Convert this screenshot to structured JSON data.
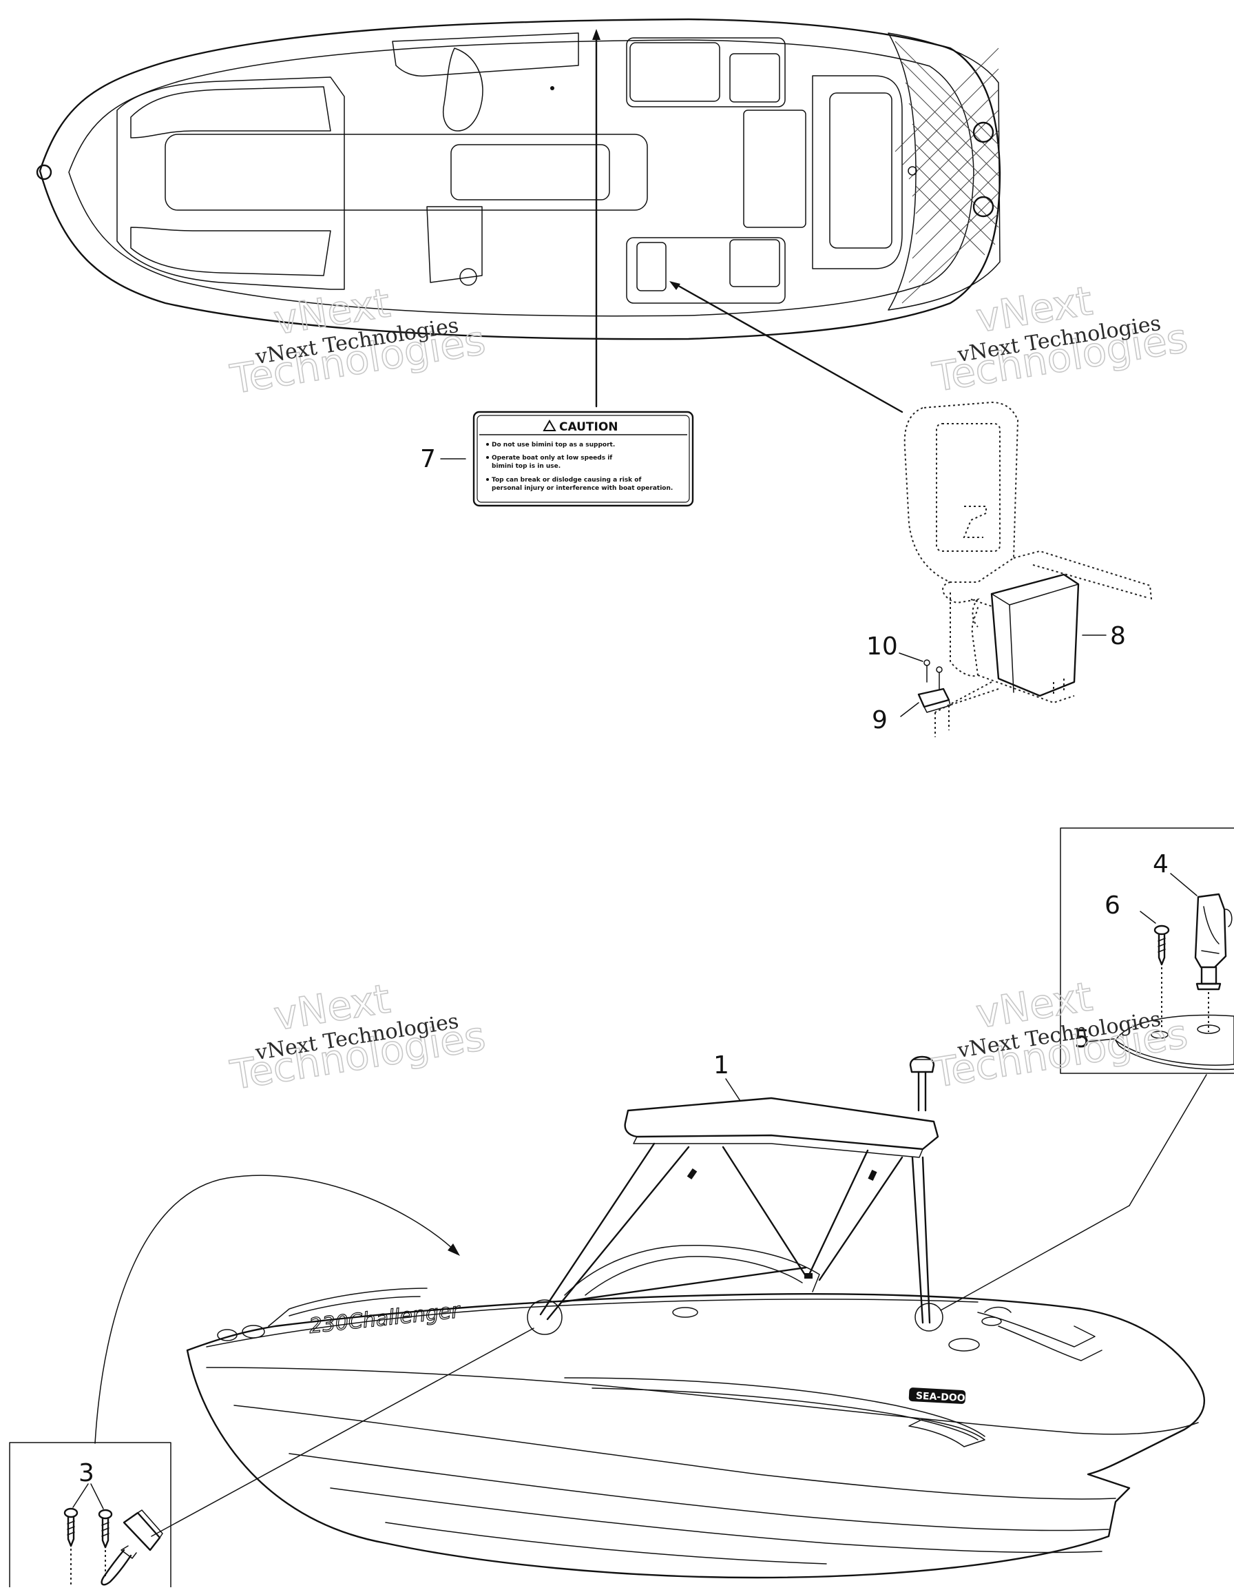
{
  "callouts": {
    "c1": "1",
    "c3": "3",
    "c4": "4",
    "c5": "5",
    "c6": "6",
    "c7": "7",
    "c8": "8",
    "c9": "9",
    "c10": "10"
  },
  "caution_label": {
    "title": "CAUTION",
    "line1": "Do not use bimini top as a support.",
    "line2a": "Operate boat only at low speeds if",
    "line2b": "bimini top is in use.",
    "line3a": "Top can break or dislodge causing a risk of",
    "line3b": "personal injury or interference with boat operation."
  },
  "hull_text": {
    "model": "230Challenger",
    "brand": "SEA-DOO"
  },
  "watermark": {
    "big1": "vNext",
    "big2": "Technologies",
    "small": "vNext Technologies"
  }
}
